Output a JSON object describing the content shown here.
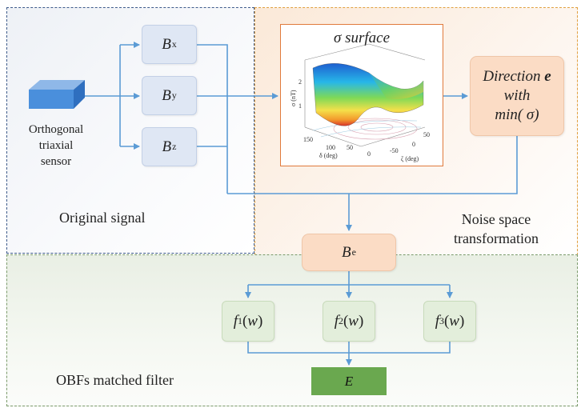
{
  "regions": {
    "original_label": "Original signal",
    "noise_label_line1": "Noise space",
    "noise_label_line2": "transformation",
    "obf_label": "OBFs matched filter"
  },
  "sensor": {
    "label_line1": "Orthogonal",
    "label_line2": "triaxial",
    "label_line3": "sensor"
  },
  "components": {
    "bx": {
      "symbol": "B",
      "sub": "x"
    },
    "by": {
      "symbol": "B",
      "sub": "y"
    },
    "bz": {
      "symbol": "B",
      "sub": "z"
    },
    "be": {
      "symbol": "B",
      "sub": "e"
    }
  },
  "surface": {
    "title": "σ surface",
    "zlabel": "σ (nT)",
    "xlabel": "δ (deg)",
    "ylabel": "ζ (deg)",
    "zticks": [
      "1",
      "2"
    ],
    "xticks": [
      "150",
      "100",
      "50",
      "0"
    ],
    "yticks": [
      "50",
      "0",
      "-50"
    ]
  },
  "direction": {
    "line1": "Direction",
    "symbol": "e",
    "line2": "with",
    "line3": "min( σ)"
  },
  "filters": [
    {
      "symbol": "f",
      "sub": "1",
      "arg": "w"
    },
    {
      "symbol": "f",
      "sub": "2",
      "arg": "w"
    },
    {
      "symbol": "f",
      "sub": "3",
      "arg": "w"
    }
  ],
  "output": {
    "label": "E"
  },
  "colors": {
    "arrow": "#5b9bd5",
    "region_original_border": "#3d5a8a",
    "region_noise_border": "#e0a040",
    "region_obf_border": "#7a9a6a",
    "surface_border": "#e07a3c",
    "output_fill": "#6aa84f"
  }
}
